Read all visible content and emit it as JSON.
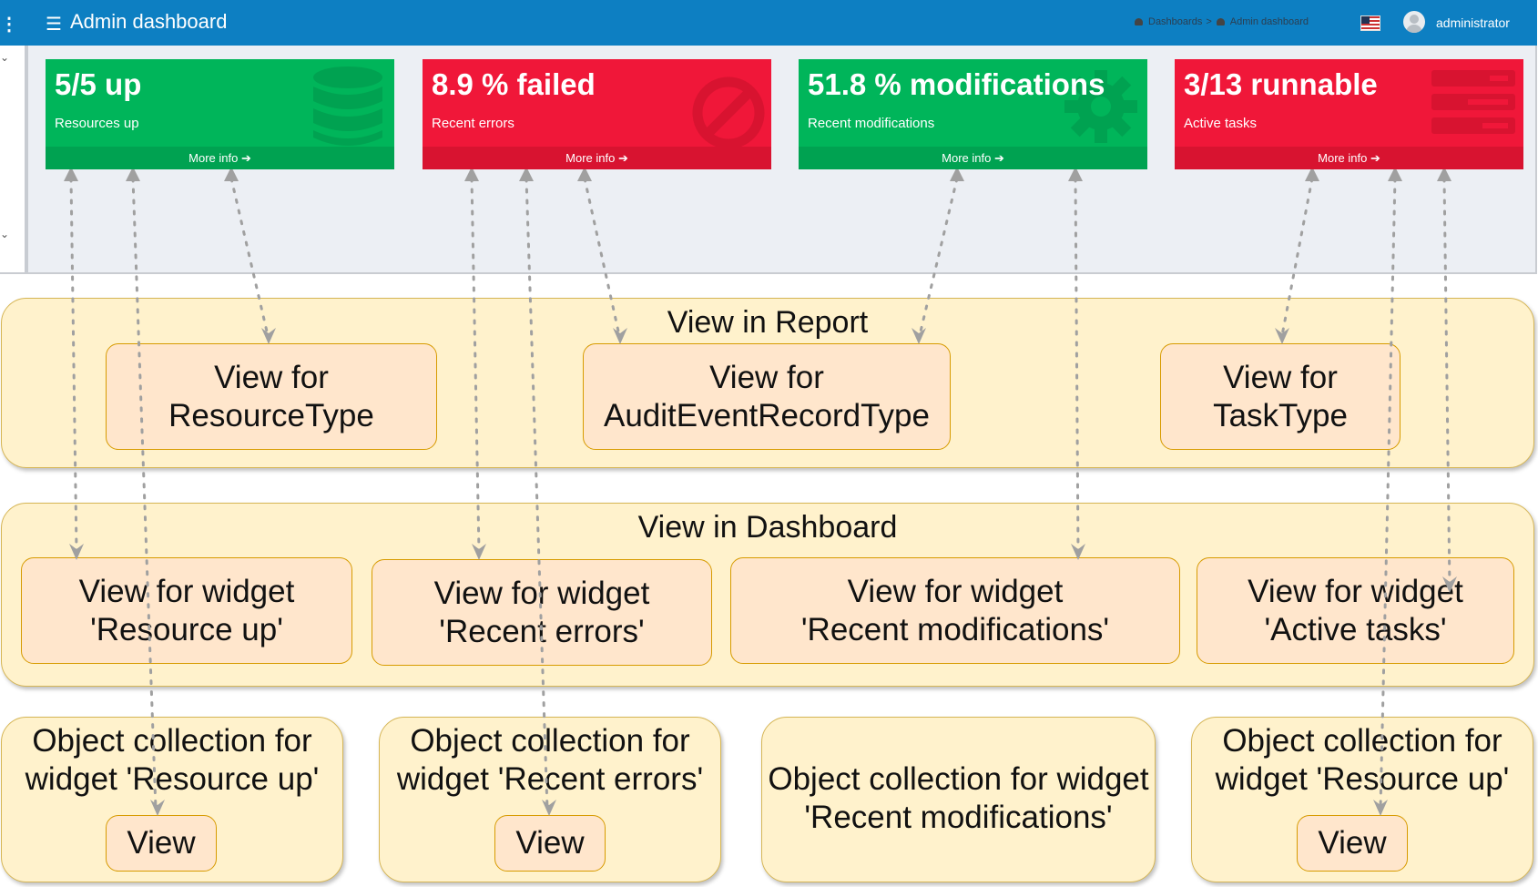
{
  "header": {
    "title": "Admin dashboard",
    "breadcrumb": [
      "Dashboards",
      "Admin dashboard"
    ],
    "breadcrumb_separator": ">",
    "user": "administrator"
  },
  "widgets": [
    {
      "value": "5/5 up",
      "label": "Resources up",
      "more": "More info ➔",
      "color": "#00b55a",
      "icon": "database-icon"
    },
    {
      "value": "8.9 % failed",
      "label": "Recent errors",
      "more": "More info ➔",
      "color": "#f01739",
      "icon": "ban-icon"
    },
    {
      "value": "51.8 % modifications",
      "label": "Recent modifications",
      "more": "More info ➔",
      "color": "#00b55a",
      "icon": "gear-icon"
    },
    {
      "value": "3/13 runnable",
      "label": "Active tasks",
      "more": "More info ➔",
      "color": "#f01739",
      "icon": "task-list-icon"
    }
  ],
  "report": {
    "title": "View in Report",
    "views": [
      "View for\nResourceType",
      "View for\nAuditEventRecordType",
      "View for\nTaskType"
    ]
  },
  "dashboard": {
    "title": "View in Dashboard",
    "views": [
      "View for widget\n'Resource up'",
      "View for widget\n'Recent errors'",
      "View for widget\n'Recent modifications'",
      "View for widget\n'Active tasks'"
    ]
  },
  "collections": [
    {
      "text": "Object collection for\nwidget 'Resource up'",
      "view": "View"
    },
    {
      "text": "Object collection for\nwidget 'Recent errors'",
      "view": "View"
    },
    {
      "text": "Object collection for widget\n'Recent modifications'",
      "view": ""
    },
    {
      "text": "Object collection for\nwidget 'Resource up'",
      "view": "View"
    }
  ],
  "colors": {
    "header_blue": "#0d7fc2",
    "level_fill": "#fff2cc",
    "level_border": "#d6b656",
    "node_fill": "#ffe6cc",
    "node_border": "#d79b00",
    "arrow": "#a0a0a0"
  }
}
